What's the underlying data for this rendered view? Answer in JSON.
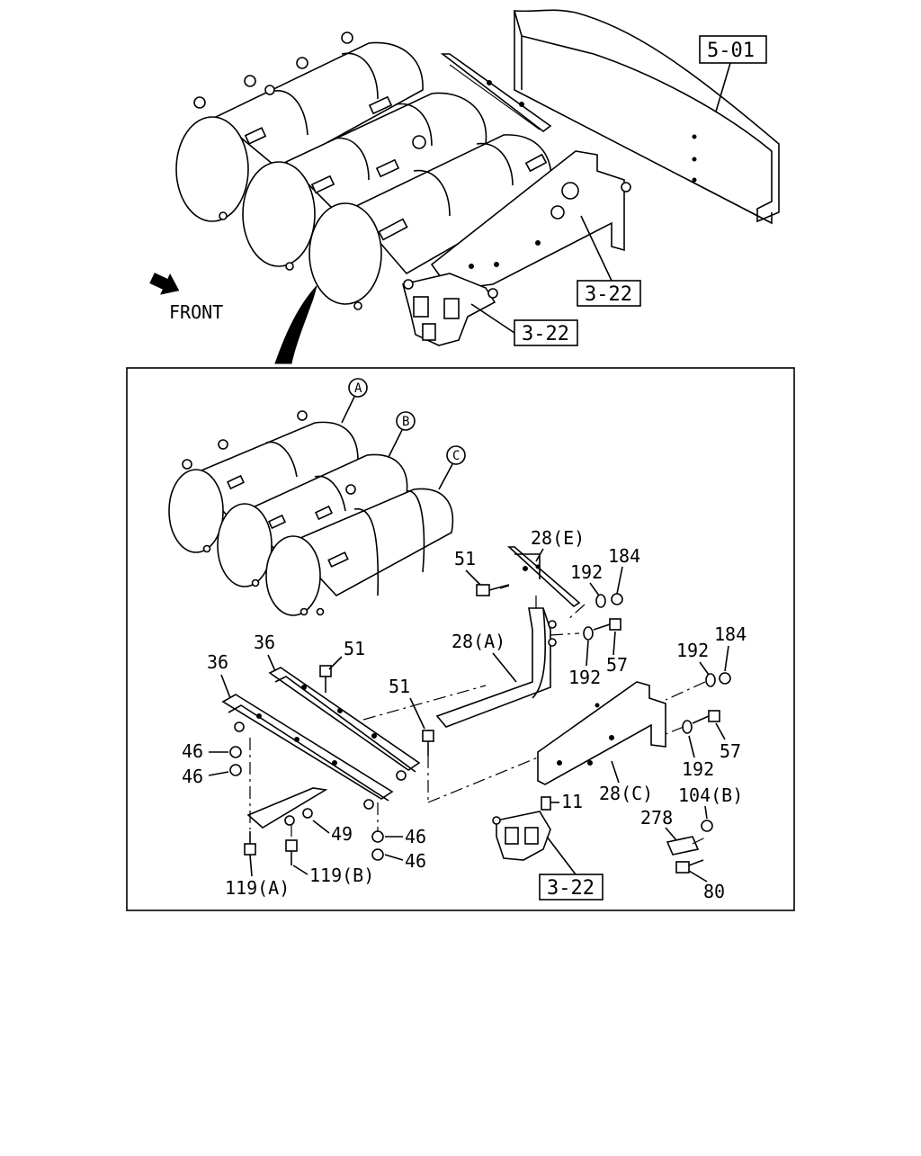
{
  "diagram": {
    "top_references": {
      "frame_ref": "5-01",
      "valve_ref_upper": "3-22",
      "valve_ref_lower": "3-22",
      "front_label": "FRONT"
    },
    "tank_markers": [
      "A",
      "B",
      "C"
    ],
    "detail_references": {
      "valve_ref": "3-22"
    },
    "part_labels": {
      "p28E": "28(E)",
      "p51_upper_right": "51",
      "p192_upper": "192",
      "p184_upper": "184",
      "p28A": "28(A)",
      "p192_mid": "192",
      "p57_mid": "57",
      "p192_right": "192",
      "p184_right": "184",
      "p57_right": "57",
      "p192_right_low": "192",
      "p28C": "28(C)",
      "p36_left": "36",
      "p36_right": "36",
      "p51_left": "51",
      "p51_center": "51",
      "p46_a": "46",
      "p46_b": "46",
      "p46_c": "46",
      "p46_d": "46",
      "p49": "49",
      "p119A": "119(A)",
      "p119B": "119(B)",
      "p11": "11",
      "p104B": "104(B)",
      "p278": "278",
      "p80": "80"
    }
  }
}
